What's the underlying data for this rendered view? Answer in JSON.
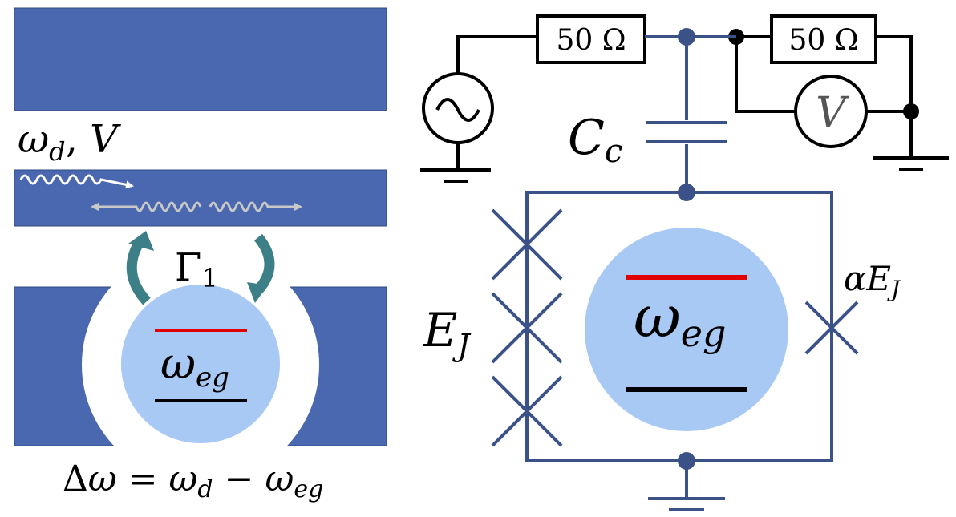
{
  "colors": {
    "waveguide": "#4a68b0",
    "qubit": "#a9c9f5",
    "circuit_line": "#3a5288",
    "wire": "#000000",
    "excited_level": "#e00000",
    "ground_level": "#000000",
    "decay_arrow": "#3d7f86",
    "drive_wave": "#ffffff",
    "scatter_wave": "#c8c8c8",
    "gap": "#ffffff"
  },
  "left_panel": {
    "drive_omega": "ω",
    "drive_sub": "d",
    "drive_sep": ", ",
    "drive_amp": "V",
    "decay_symbol": "Γ",
    "decay_sub": "1",
    "qubit_omega": "ω",
    "qubit_sub": "eg",
    "detuning_delta": "Δ",
    "detuning_omega1": "ω",
    "detuning_eq": " = ",
    "detuning_omega2": "ω",
    "detuning_sub2": "d",
    "detuning_minus": " − ",
    "detuning_omega3": "ω",
    "detuning_sub3": "eg"
  },
  "right_panel": {
    "resistor_left": "50 Ω",
    "resistor_right": "50 Ω",
    "voltmeter": "V",
    "cap_symbol": "C",
    "cap_sub": "c",
    "junction_left_E": "E",
    "junction_left_sub": "J",
    "junction_right_alpha": "α",
    "junction_right_E": "E",
    "junction_right_sub": "J",
    "qubit_omega": "ω",
    "qubit_sub": "eg",
    "source_symbol": "~"
  }
}
